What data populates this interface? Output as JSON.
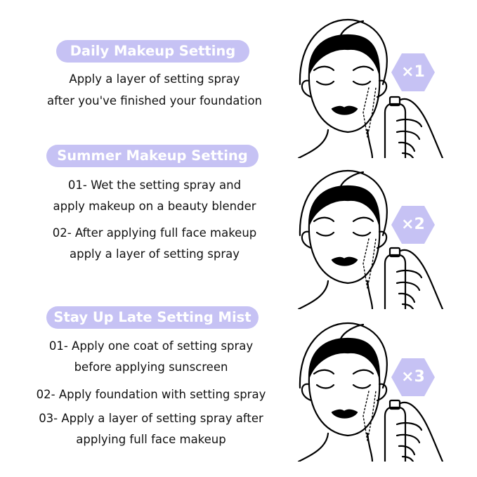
{
  "sections": [
    {
      "title": "Daily Makeup Setting",
      "lines": [
        "Apply a layer of setting spray",
        "after you've finished your foundation"
      ],
      "badge": "×1"
    },
    {
      "title": "Summer Makeup Setting",
      "lines": [
        "01- Wet the setting spray and",
        "apply makeup on a beauty blender",
        "02- After applying full face makeup",
        "apply a layer of setting spray"
      ],
      "badge": "×2"
    },
    {
      "title": "Stay Up Late Setting Mist",
      "lines": [
        "01- Apply one coat of setting spray",
        "before applying sunscreen",
        "02- Apply foundation with setting spray",
        "03- Apply a layer of setting spray after",
        "applying full face makeup"
      ],
      "badge": "×3"
    }
  ],
  "colors": {
    "accent": "#c6c2f4",
    "text": "#111111",
    "badge_text": "#ffffff"
  }
}
